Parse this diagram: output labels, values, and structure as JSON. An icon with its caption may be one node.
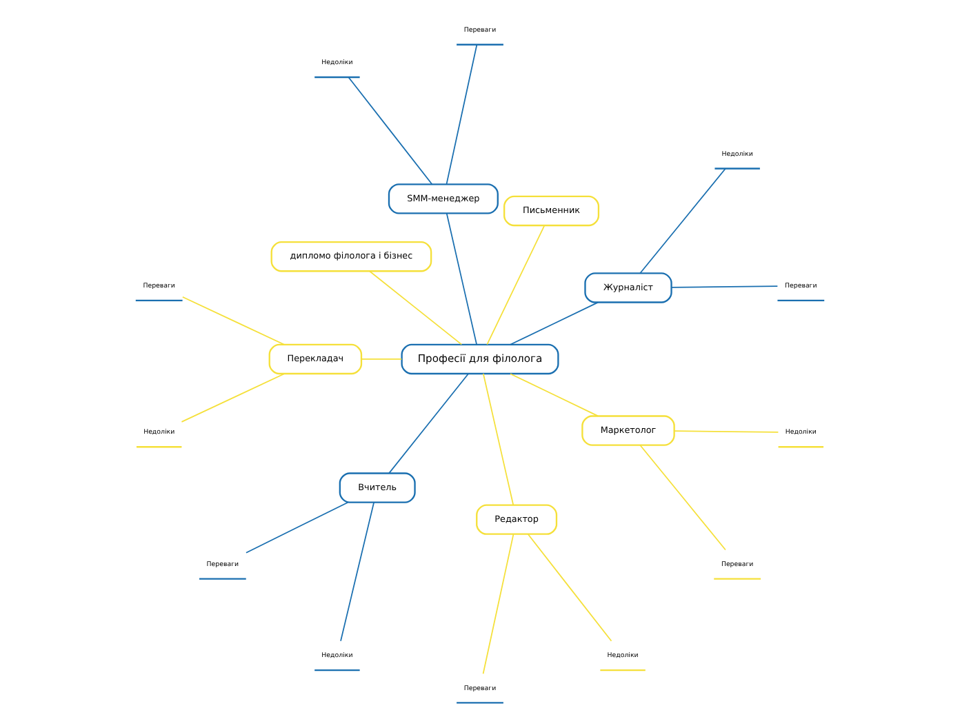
{
  "diagram": {
    "nodes": [
      {
        "text": [
          "Професії для філолога"
        ]
      },
      {
        "text": [
          "Журналіст"
        ]
      },
      {
        "text": [
          "Переваги"
        ]
      },
      {
        "text": [
          "Недоліки"
        ]
      },
      {
        "text": [
          "Письменник"
        ]
      },
      {
        "text": [
          "SMM-менеджер"
        ]
      },
      {
        "text": [
          "Переваги"
        ]
      },
      {
        "text": [
          "Недоліки"
        ]
      },
      {
        "text": [
          "дипломо філолога і бізнес"
        ]
      },
      {
        "text": [
          "Перекладач"
        ]
      },
      {
        "text": [
          "Переваги"
        ]
      },
      {
        "text": [
          "Недоліки"
        ]
      },
      {
        "text": [
          "Вчитель"
        ]
      },
      {
        "text": [
          "Переваги"
        ]
      },
      {
        "text": [
          "Недоліки"
        ]
      },
      {
        "text": [
          "Редактор"
        ]
      },
      {
        "text": [
          "Переваги"
        ]
      },
      {
        "text": [
          "Недоліки"
        ]
      },
      {
        "text": [
          "Маркетолог"
        ]
      },
      {
        "text": [
          "Переваги"
        ]
      },
      {
        "text": [
          "Недоліки"
        ]
      }
    ],
    "edges": [
      {
        "from": 0,
        "to": 1,
        "arrow": "none",
        "color": "#1a6fb0"
      },
      {
        "from": 1,
        "to": 2,
        "arrow": "none",
        "color": "#1a6fb0"
      },
      {
        "from": 1,
        "to": 3,
        "arrow": "none",
        "color": "#1a6fb0"
      },
      {
        "from": 0,
        "to": 4,
        "arrow": "none"
      },
      {
        "from": 0,
        "to": 5,
        "arrow": "none",
        "color": "#1a6fb0"
      },
      {
        "from": 5,
        "to": 6,
        "arrow": "none",
        "color": "#1a6fb0"
      },
      {
        "from": 5,
        "to": 7,
        "arrow": "none",
        "color": "#1a6fb0"
      },
      {
        "from": 0,
        "to": 8,
        "arrow": "none"
      },
      {
        "from": 0,
        "to": 9,
        "arrow": "none"
      },
      {
        "from": 9,
        "to": 10,
        "arrow": "none"
      },
      {
        "from": 9,
        "to": 11,
        "arrow": "none"
      },
      {
        "from": 0,
        "to": 12,
        "arrow": "none",
        "color": "#1a6fb0"
      },
      {
        "from": 12,
        "to": 13,
        "arrow": "none",
        "color": "#1a6fb0"
      },
      {
        "from": 12,
        "to": 14,
        "arrow": "none",
        "color": "#1a6fb0"
      },
      {
        "from": 0,
        "to": 15,
        "arrow": "none"
      },
      {
        "from": 15,
        "to": 16,
        "arrow": "none"
      },
      {
        "from": 15,
        "to": 17,
        "arrow": "none"
      },
      {
        "from": 0,
        "to": 18,
        "arrow": "none"
      },
      {
        "from": 18,
        "to": 19,
        "arrow": "none"
      },
      {
        "from": 18,
        "to": 20,
        "arrow": "none"
      }
    ]
  }
}
